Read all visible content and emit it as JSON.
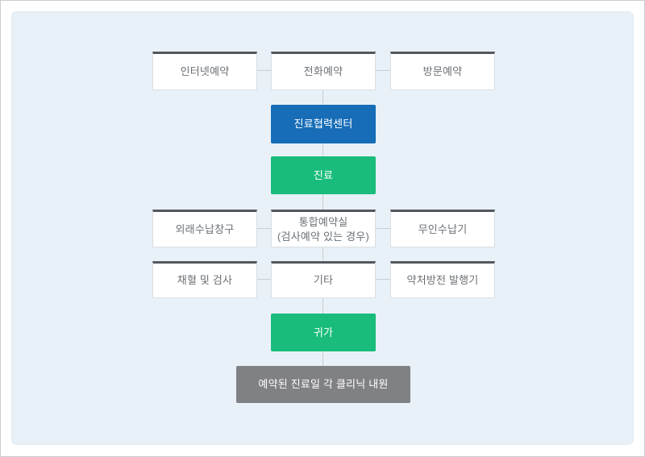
{
  "colors": {
    "panel_bg": "#e8f1f7",
    "box_top_border": "#54575d",
    "box_border": "#d9dee3",
    "box_text": "#6b7075",
    "blue": "#176db7",
    "green": "#1abc7b",
    "gray": "#808184",
    "line": "#c7ced5"
  },
  "nodes": {
    "internet": "인터넷예약",
    "phone": "전화예약",
    "visit": "방문예약",
    "care_center": "진료협력센터",
    "treatment": "진료",
    "payment_counter": "외래수납창구",
    "reservation_room_line1": "통합예약실",
    "reservation_room_line2": "(검사예약 있는 경우)",
    "self_payment_kiosk": "무인수납기",
    "blood_and_test": "채혈 및 검사",
    "etc": "기타",
    "prescription_printer": "약처방전 발행기",
    "return_home": "귀가",
    "clinic_visit": "예약된 진료일 각 클리닉 내원"
  }
}
